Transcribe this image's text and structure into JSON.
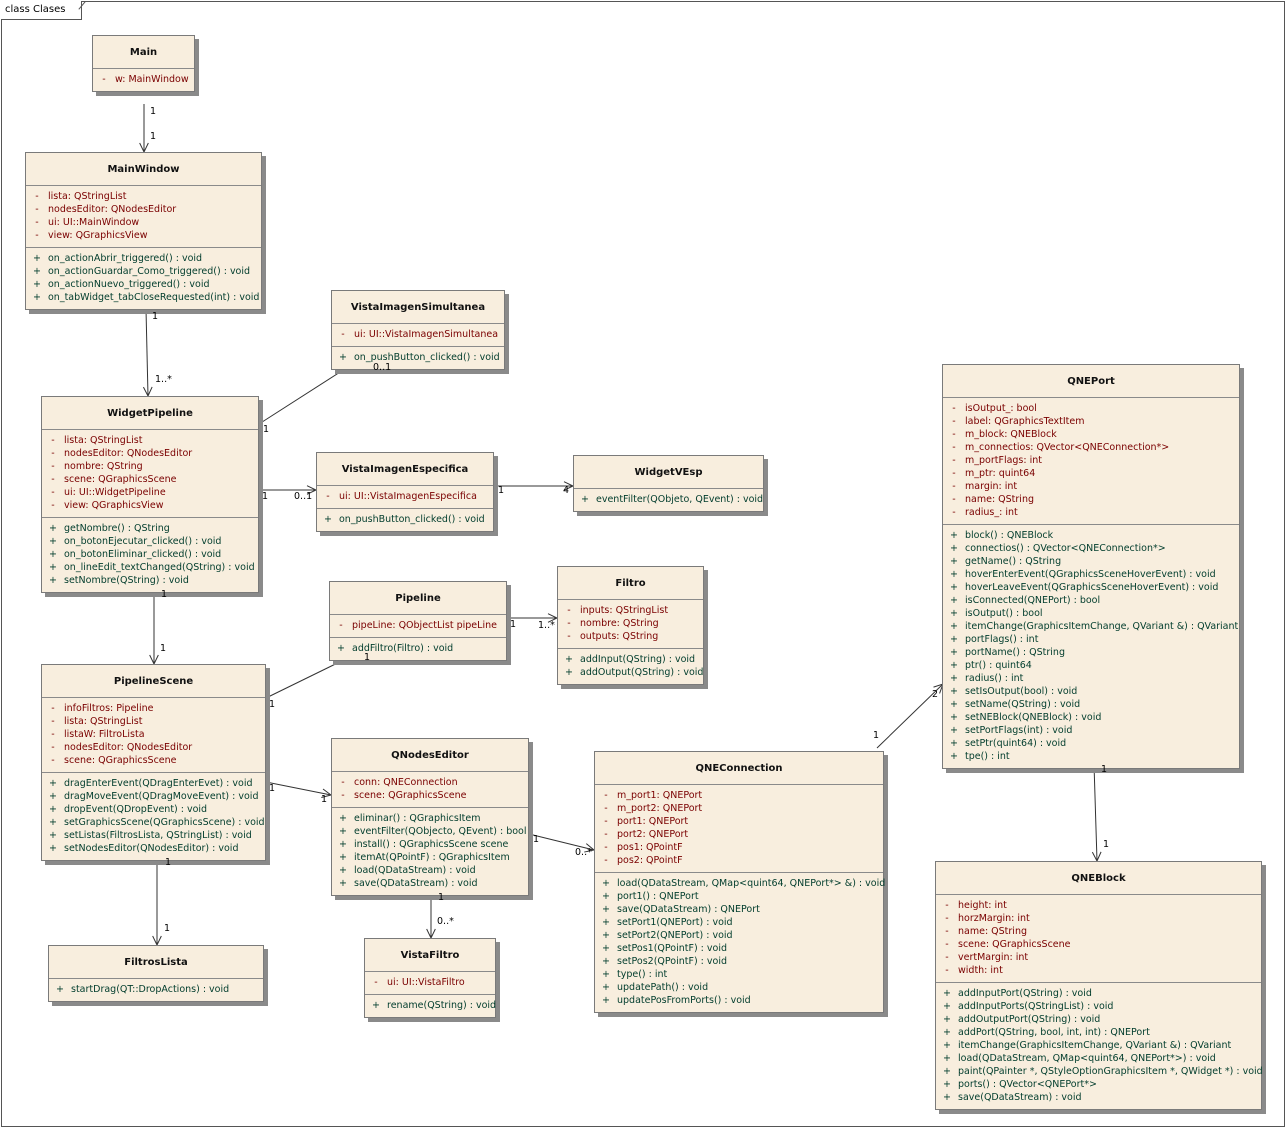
{
  "frame": {
    "title": "class Clases"
  },
  "classes": {
    "main": {
      "name": "Main",
      "attributes": [
        {
          "vis": "-",
          "text": "w:  MainWindow"
        }
      ],
      "operations": []
    },
    "mainwindow": {
      "name": "MainWindow",
      "attributes": [
        {
          "vis": "-",
          "text": "lista:  QStringList"
        },
        {
          "vis": "-",
          "text": "nodesEditor:  QNodesEditor"
        },
        {
          "vis": "-",
          "text": "ui:  UI::MainWindow"
        },
        {
          "vis": "-",
          "text": "view:  QGraphicsView"
        }
      ],
      "operations": [
        {
          "vis": "+",
          "text": "on_actionAbrir_triggered() : void"
        },
        {
          "vis": "+",
          "text": "on_actionGuardar_Como_triggered() : void"
        },
        {
          "vis": "+",
          "text": "on_actionNuevo_triggered() : void"
        },
        {
          "vis": "+",
          "text": "on_tabWidget_tabCloseRequested(int) : void"
        }
      ]
    },
    "vistaimagensimultanea": {
      "name": "VistaImagenSimultanea",
      "attributes": [
        {
          "vis": "-",
          "text": "ui:  UI::VistaImagenSimultanea"
        }
      ],
      "operations": [
        {
          "vis": "+",
          "text": "on_pushButton_clicked() : void"
        }
      ]
    },
    "widgetpipeline": {
      "name": "WidgetPipeline",
      "attributes": [
        {
          "vis": "-",
          "text": "lista:  QStringList"
        },
        {
          "vis": "-",
          "text": "nodesEditor:  QNodesEditor"
        },
        {
          "vis": "-",
          "text": "nombre:  QString"
        },
        {
          "vis": "-",
          "text": "scene:  QGraphicsScene"
        },
        {
          "vis": "-",
          "text": "ui:  UI::WidgetPipeline"
        },
        {
          "vis": "-",
          "text": "view:  QGraphicsView"
        }
      ],
      "operations": [
        {
          "vis": "+",
          "text": "getNombre() : QString"
        },
        {
          "vis": "+",
          "text": "on_botonEjecutar_clicked() : void"
        },
        {
          "vis": "+",
          "text": "on_botonEliminar_clicked() : void"
        },
        {
          "vis": "+",
          "text": "on_lineEdit_textChanged(QString) : void"
        },
        {
          "vis": "+",
          "text": "setNombre(QString) : void"
        }
      ]
    },
    "vistaimagenespecifica": {
      "name": "VistaImagenEspecifica",
      "attributes": [
        {
          "vis": "-",
          "text": "ui:  UI::VistaImagenEspecifica"
        }
      ],
      "operations": [
        {
          "vis": "+",
          "text": "on_pushButton_clicked() : void"
        }
      ]
    },
    "widgetvesp": {
      "name": "WidgetVEsp",
      "attributes": [],
      "operations": [
        {
          "vis": "+",
          "text": "eventFilter(QObjeto, QEvent) : void"
        }
      ]
    },
    "pipeline": {
      "name": "Pipeline",
      "attributes": [
        {
          "vis": "-",
          "text": "pipeLine:  QObjectList pipeLine"
        }
      ],
      "operations": [
        {
          "vis": "+",
          "text": "addFiltro(Filtro) : void"
        }
      ]
    },
    "filtro": {
      "name": "Filtro",
      "attributes": [
        {
          "vis": "-",
          "text": "inputs:  QStringList"
        },
        {
          "vis": "-",
          "text": "nombre:  QString"
        },
        {
          "vis": "-",
          "text": "outputs:  QString"
        }
      ],
      "operations": [
        {
          "vis": "+",
          "text": "addInput(QString) : void"
        },
        {
          "vis": "+",
          "text": "addOutput(QString) : void"
        }
      ]
    },
    "pipelinescene": {
      "name": "PipelineScene",
      "attributes": [
        {
          "vis": "-",
          "text": "infoFiltros:  Pipeline"
        },
        {
          "vis": "-",
          "text": "lista:  QStringList"
        },
        {
          "vis": "-",
          "text": "listaW:  FiltroLista"
        },
        {
          "vis": "-",
          "text": "nodesEditor:  QNodesEditor"
        },
        {
          "vis": "-",
          "text": "scene:  QGraphicsScene"
        }
      ],
      "operations": [
        {
          "vis": "+",
          "text": "dragEnterEvent(QDragEnterEvet) : void"
        },
        {
          "vis": "+",
          "text": "dragMoveEvent(QDragMoveEvent) : void"
        },
        {
          "vis": "+",
          "text": "dropEvent(QDropEvent) : void"
        },
        {
          "vis": "+",
          "text": "setGraphicsScene(QGraphicsScene) : void"
        },
        {
          "vis": "+",
          "text": "setListas(FiltrosLista, QStringList) : void"
        },
        {
          "vis": "+",
          "text": "setNodesEditor(QNodesEditor) : void"
        }
      ]
    },
    "qnodeseditor": {
      "name": "QNodesEditor",
      "attributes": [
        {
          "vis": "-",
          "text": "conn:  QNEConnection"
        },
        {
          "vis": "-",
          "text": "scene:  QGraphicsScene"
        }
      ],
      "operations": [
        {
          "vis": "+",
          "text": "eliminar() : QGraphicsItem"
        },
        {
          "vis": "+",
          "text": "eventFilter(QObjecto, QEvent) : bool"
        },
        {
          "vis": "+",
          "text": "install() : QGraphicsScene scene"
        },
        {
          "vis": "+",
          "text": "itemAt(QPointF) : QGraphicsItem"
        },
        {
          "vis": "+",
          "text": "load(QDataStream) : void"
        },
        {
          "vis": "+",
          "text": "save(QDataStream) : void"
        }
      ]
    },
    "filtroslista": {
      "name": "FiltrosLista",
      "attributes": [],
      "operations": [
        {
          "vis": "+",
          "text": "startDrag(QT::DropActions) : void"
        }
      ]
    },
    "vistafiltro": {
      "name": "VistaFiltro",
      "attributes": [
        {
          "vis": "-",
          "text": "ui:  UI::VistaFiltro"
        }
      ],
      "operations": [
        {
          "vis": "+",
          "text": "rename(QString) : void"
        }
      ]
    },
    "qneconnection": {
      "name": "QNEConnection",
      "attributes": [
        {
          "vis": "-",
          "text": "m_port1:  QNEPort"
        },
        {
          "vis": "-",
          "text": "m_port2:  QNEPort"
        },
        {
          "vis": "-",
          "text": "port1:  QNEPort"
        },
        {
          "vis": "-",
          "text": "port2:  QNEPort"
        },
        {
          "vis": "-",
          "text": "pos1:  QPointF"
        },
        {
          "vis": "-",
          "text": "pos2:  QPointF"
        }
      ],
      "operations": [
        {
          "vis": "+",
          "text": "load(QDataStream, QMap<quint64, QNEPort*> &) : void"
        },
        {
          "vis": "+",
          "text": "port1() : QNEPort"
        },
        {
          "vis": "+",
          "text": "save(QDataStream) : QNEPort"
        },
        {
          "vis": "+",
          "text": "setPort1(QNEPort) : void"
        },
        {
          "vis": "+",
          "text": "setPort2(QNEPort) : void"
        },
        {
          "vis": "+",
          "text": "setPos1(QPointF) : void"
        },
        {
          "vis": "+",
          "text": "setPos2(QPointF) : void"
        },
        {
          "vis": "+",
          "text": "type() : int"
        },
        {
          "vis": "+",
          "text": "updatePath() : void"
        },
        {
          "vis": "+",
          "text": "updatePosFromPorts() : void"
        }
      ]
    },
    "qneport": {
      "name": "QNEPort",
      "attributes": [
        {
          "vis": "-",
          "text": "isOutput_:  bool"
        },
        {
          "vis": "-",
          "text": "label:  QGraphicsTextItem"
        },
        {
          "vis": "-",
          "text": "m_block:  QNEBlock"
        },
        {
          "vis": "-",
          "text": "m_connectios:  QVector<QNEConnection*>"
        },
        {
          "vis": "-",
          "text": "m_portFlags:  int"
        },
        {
          "vis": "-",
          "text": "m_ptr:  quint64"
        },
        {
          "vis": "-",
          "text": "margin:  int"
        },
        {
          "vis": "-",
          "text": "name:  QString"
        },
        {
          "vis": "-",
          "text": "radius_:  int"
        }
      ],
      "operations": [
        {
          "vis": "+",
          "text": "block() : QNEBlock"
        },
        {
          "vis": "+",
          "text": "connectios() : QVector<QNEConnection*>"
        },
        {
          "vis": "+",
          "text": "getName() : QString"
        },
        {
          "vis": "+",
          "text": "hoverEnterEvent(QGraphicsSceneHoverEvent) : void"
        },
        {
          "vis": "+",
          "text": "hoverLeaveEvent(QGraphicsSceneHoverEvent) : void"
        },
        {
          "vis": "+",
          "text": "isConnected(QNEPort) : bool"
        },
        {
          "vis": "+",
          "text": "isOutput() : bool"
        },
        {
          "vis": "+",
          "text": "itemChange(GraphicsItemChange, QVariant &) : QVariant"
        },
        {
          "vis": "+",
          "text": "portFlags() : int"
        },
        {
          "vis": "+",
          "text": "portName() : QString"
        },
        {
          "vis": "+",
          "text": "ptr() : quint64"
        },
        {
          "vis": "+",
          "text": "radius() : int"
        },
        {
          "vis": "+",
          "text": "setIsOutput(bool) : void"
        },
        {
          "vis": "+",
          "text": "setName(QString) : void"
        },
        {
          "vis": "+",
          "text": "setNEBlock(QNEBlock) : void"
        },
        {
          "vis": "+",
          "text": "setPortFlags(int) : void"
        },
        {
          "vis": "+",
          "text": "setPtr(quint64) : void"
        },
        {
          "vis": "+",
          "text": "tpe() : int"
        }
      ]
    },
    "qneblock": {
      "name": "QNEBlock",
      "attributes": [
        {
          "vis": "-",
          "text": "height:  int"
        },
        {
          "vis": "-",
          "text": "horzMargin:  int"
        },
        {
          "vis": "-",
          "text": "name:  QString"
        },
        {
          "vis": "-",
          "text": "scene:  QGraphicsScene"
        },
        {
          "vis": "-",
          "text": "vertMargin:  int"
        },
        {
          "vis": "-",
          "text": "width:  int"
        }
      ],
      "operations": [
        {
          "vis": "+",
          "text": "addInputPort(QString) : void"
        },
        {
          "vis": "+",
          "text": "addInputPorts(QStringList) : void"
        },
        {
          "vis": "+",
          "text": "addOutputPort(QString) : void"
        },
        {
          "vis": "+",
          "text": "addPort(QString, bool, int, int) : QNEPort"
        },
        {
          "vis": "+",
          "text": "itemChange(GraphicsItemChange, QVariant &) : QVariant"
        },
        {
          "vis": "+",
          "text": "load(QDataStream, QMap<quint64, QNEPort*>) : void"
        },
        {
          "vis": "+",
          "text": "paint(QPainter *, QStyleOptionGraphicsItem *, QWidget *) : void"
        },
        {
          "vis": "+",
          "text": "ports() : QVector<QNEPort*>"
        },
        {
          "vis": "+",
          "text": "save(QDataStream) : void"
        }
      ]
    }
  },
  "associations": [
    {
      "from": "main",
      "to": "mainwindow",
      "from_mult": "1",
      "to_mult": "1"
    },
    {
      "from": "mainwindow",
      "to": "widgetpipeline",
      "from_mult": "1",
      "to_mult": "1..*"
    },
    {
      "from": "widgetpipeline",
      "to": "vistaimagensimultanea",
      "from_mult": "1",
      "to_mult": "0..1"
    },
    {
      "from": "widgetpipeline",
      "to": "vistaimagenespecifica",
      "from_mult": "1",
      "to_mult": "0..1"
    },
    {
      "from": "vistaimagenespecifica",
      "to": "widgetvesp",
      "from_mult": "1",
      "to_mult": "4"
    },
    {
      "from": "widgetpipeline",
      "to": "pipelinescene",
      "from_mult": "1",
      "to_mult": "1"
    },
    {
      "from": "pipeline",
      "to": "filtro",
      "from_mult": "1",
      "to_mult": "1..*"
    },
    {
      "from": "pipelinescene",
      "to": "pipeline",
      "from_mult": "1",
      "to_mult": "1"
    },
    {
      "from": "pipelinescene",
      "to": "qnodeseditor",
      "from_mult": "1",
      "to_mult": "1"
    },
    {
      "from": "pipelinescene",
      "to": "filtroslista",
      "from_mult": "1",
      "to_mult": "1"
    },
    {
      "from": "qnodeseditor",
      "to": "vistafiltro",
      "from_mult": "1",
      "to_mult": "0..*"
    },
    {
      "from": "qnodeseditor",
      "to": "qneconnection",
      "from_mult": "1",
      "to_mult": "0..*"
    },
    {
      "from": "qneconnection",
      "to": "qneport",
      "from_mult": "1",
      "to_mult": "2"
    },
    {
      "from": "qneport",
      "to": "qneblock",
      "from_mult": "1",
      "to_mult": "1"
    }
  ]
}
